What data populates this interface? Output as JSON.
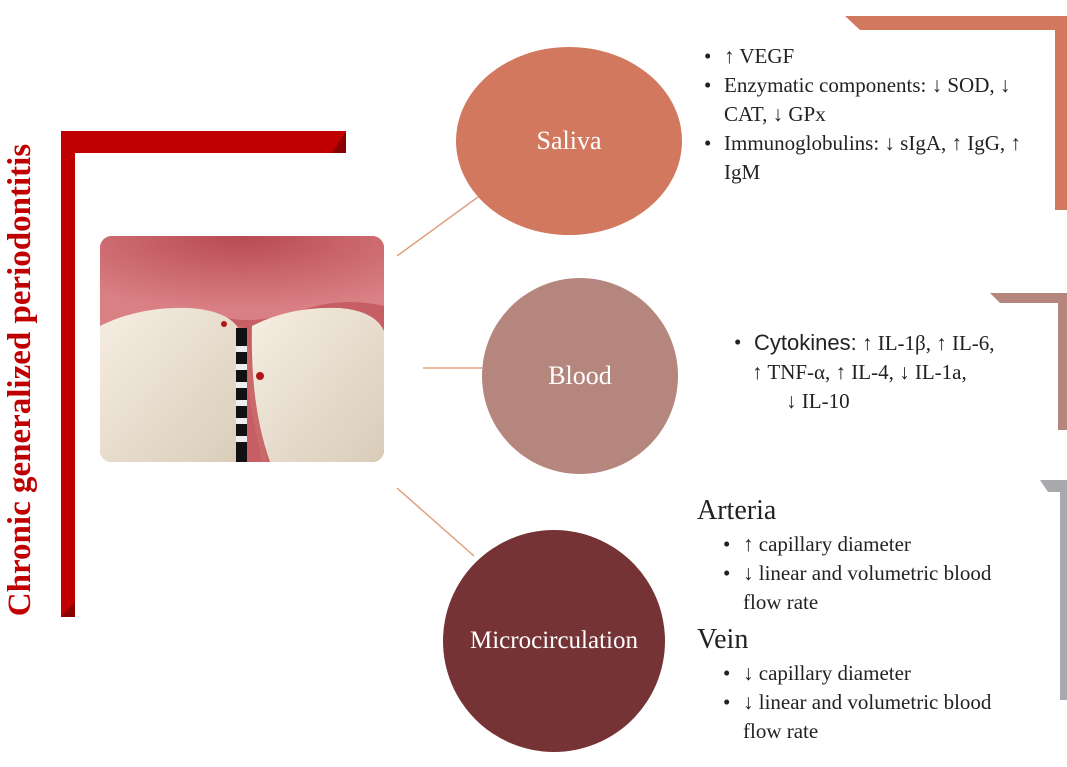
{
  "title": "Chronic generalized periodontitis",
  "colors": {
    "title_red": "#c00000",
    "saliva": "#d2785e",
    "blood": "#b5867d",
    "microcirculation": "#753335",
    "bracket_gray": "#a8a8ad"
  },
  "image": {
    "description_icon": "dental-probe-photo"
  },
  "nodes": [
    {
      "id": "saliva",
      "label": "Saliva"
    },
    {
      "id": "blood",
      "label": "Blood"
    },
    {
      "id": "microcirculation",
      "label": "Microcirculation"
    }
  ],
  "saliva_items": [
    "↑ VEGF",
    "Enzymatic components: ↓ SOD, ↓ CAT, ↓ GPx",
    "Immunoglobulins: ↓ sIgA, ↑ IgG, ↑ IgM"
  ],
  "blood_items": {
    "prefix": "Cytokines:",
    "line1": "↑ IL-1β, ↑ IL-6,",
    "line2": "↑ TNF-α, ↑ IL-4, ↓ IL-1a,",
    "line3": "↓ IL-10"
  },
  "microcirculation": {
    "arteria": {
      "heading": "Arteria",
      "items": [
        "↑ capillary diameter",
        "↓ linear and volumetric blood flow rate"
      ]
    },
    "vein": {
      "heading": "Vein",
      "items": [
        "↓ capillary diameter",
        "↓ linear and volumetric blood flow rate"
      ]
    }
  }
}
